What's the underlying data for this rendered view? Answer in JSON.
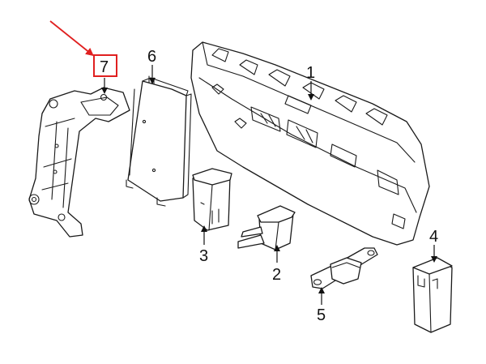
{
  "diagram": {
    "callouts": {
      "p1": "1",
      "p2": "2",
      "p3": "3",
      "p4": "4",
      "p5": "5",
      "p6": "6",
      "p7": "7"
    },
    "colors": {
      "highlight": "#e02020",
      "line": "#1a1a1a",
      "background": "#ffffff"
    }
  }
}
